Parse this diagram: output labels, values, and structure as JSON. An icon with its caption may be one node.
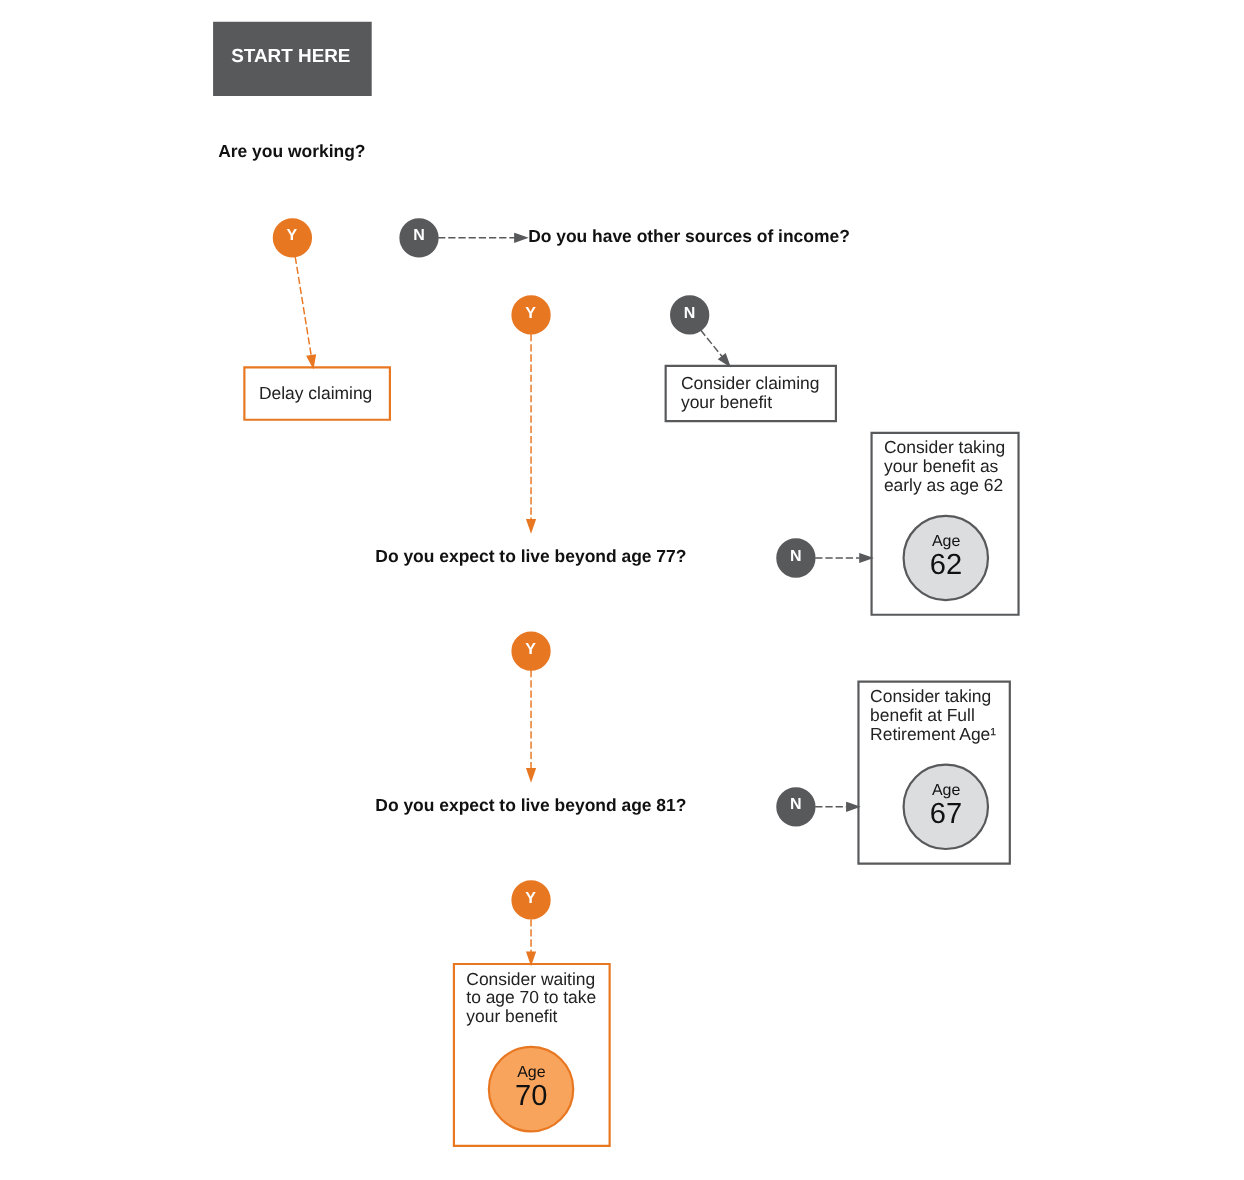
{
  "diagram": {
    "nodes": [
      {
        "text": [
          "START HERE"
        ]
      },
      {
        "text": [
          "Y"
        ]
      },
      {
        "text": [
          "N"
        ]
      },
      {
        "text": [
          "Do you have other sources of income?"
        ]
      },
      {
        "text": [
          "Y"
        ]
      },
      {
        "text": [
          "N"
        ]
      },
      {
        "text": [
          "Consider claiming your benefit"
        ]
      },
      {
        "text": [
          "Delay claiming"
        ]
      },
      {
        "text": [
          "Do you expect to live beyond age 77?"
        ]
      },
      {
        "text": [
          "N"
        ]
      },
      {
        "text": [
          "Consider taking your benefit as early as age 62"
        ]
      },
      {
        "text": [
          "Age",
          "62"
        ],
        "in": 10
      },
      {
        "text": [
          "Y"
        ]
      },
      {
        "text": [
          "Do you expect to live beyond age 81?"
        ]
      },
      {
        "text": [
          "N"
        ]
      },
      {
        "text": [
          "Consider taking benefit at Full Retirement Age¹"
        ]
      },
      {
        "text": [
          "Age",
          "67"
        ],
        "in": 15
      },
      {
        "text": [
          "Y"
        ]
      },
      {
        "text": [
          "Consider waiting to age 70 to take your benefit"
        ]
      },
      {
        "text": [
          "Age",
          "70"
        ],
        "in": 18
      }
    ],
    "edges": [
      {
        "from": 2,
        "to": 3,
        "arrow": "to",
        "style": "dashed",
        "color": "#58595b"
      },
      {
        "from": 1,
        "to": 7,
        "arrow": "to",
        "style": "dashed",
        "color": "#e87722"
      },
      {
        "from": 5,
        "to": 6,
        "arrow": "to",
        "style": "dashed",
        "color": "#58595b"
      },
      {
        "from": 4,
        "to": 8,
        "arrow": "to",
        "style": "dashed",
        "color": "#e87722"
      },
      {
        "from": 9,
        "to": 10,
        "arrow": "to",
        "style": "dashed",
        "color": "#58595b"
      },
      {
        "from": 12,
        "to": 13,
        "arrow": "to",
        "style": "dashed",
        "color": "#e87722"
      },
      {
        "from": 14,
        "to": 15,
        "arrow": "to",
        "style": "dashed",
        "color": "#58595b"
      },
      {
        "from": 17,
        "to": 18,
        "arrow": "to",
        "style": "dashed",
        "color": "#e87722"
      }
    ],
    "labels": [
      "Are you working?"
    ]
  }
}
